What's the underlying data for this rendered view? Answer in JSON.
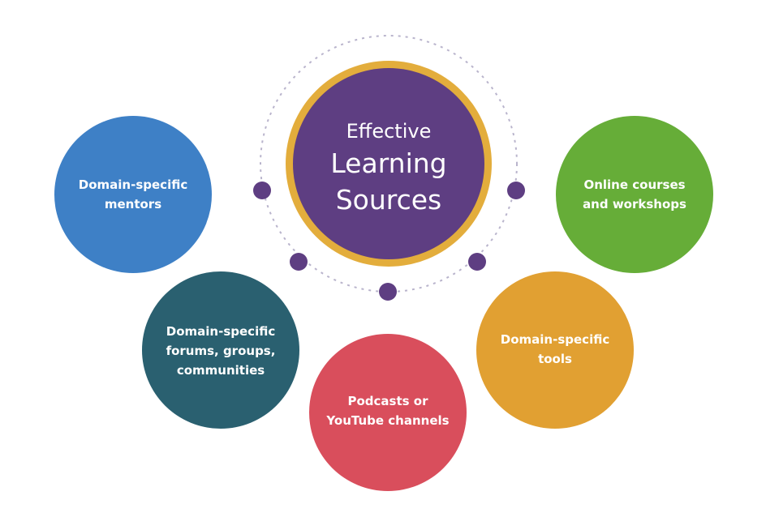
{
  "center": {
    "lines": [
      "Effective",
      "Learning",
      "Sources"
    ],
    "fill_color": "#5e3e82",
    "ring_color": "#e3ad3c"
  },
  "orbit": {
    "dot_color": "#5e3e82",
    "dash_color": "#b9b4cc"
  },
  "nodes": [
    {
      "lines": [
        "Domain-specific",
        "mentors"
      ],
      "color": "#3e80c6"
    },
    {
      "lines": [
        "Domain-specific",
        "forums, groups,",
        "communities"
      ],
      "color": "#2a6070"
    },
    {
      "lines": [
        "Podcasts or",
        "YouTube channels"
      ],
      "color": "#d94e5c"
    },
    {
      "lines": [
        "Domain-specific",
        "tools"
      ],
      "color": "#e1a032"
    },
    {
      "lines": [
        "Online courses",
        "and workshops"
      ],
      "color": "#66ad38"
    }
  ]
}
